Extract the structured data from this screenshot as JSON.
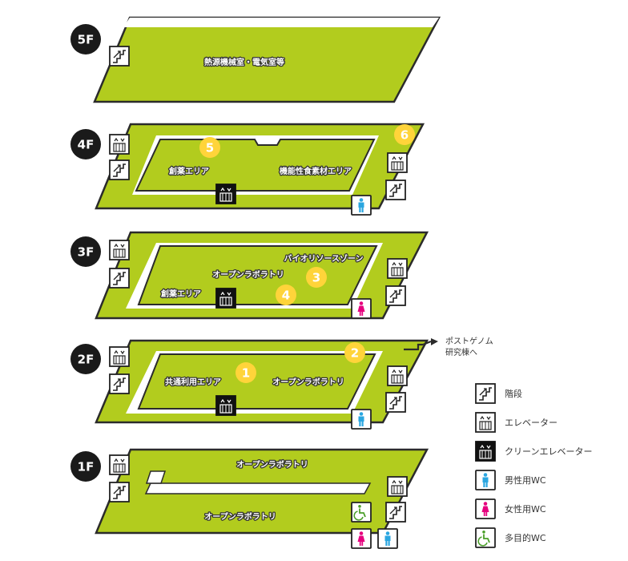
{
  "floors": [
    {
      "id": "5f",
      "label": "5F",
      "rooms": [
        "熱源機械室・電気室等"
      ]
    },
    {
      "id": "4f",
      "label": "4F",
      "rooms": [
        "創薬エリア",
        "機能性食素材エリア"
      ],
      "markers": [
        "5",
        "6"
      ]
    },
    {
      "id": "3f",
      "label": "3F",
      "rooms": [
        "バイオリソースゾーン",
        "オープンラボラトリ",
        "創薬エリア"
      ],
      "markers": [
        "3",
        "4"
      ]
    },
    {
      "id": "2f",
      "label": "2F",
      "rooms": [
        "共通利用エリア",
        "オープンラボラトリ"
      ],
      "markers": [
        "1",
        "2"
      ]
    },
    {
      "id": "1f",
      "label": "1F",
      "rooms": [
        "オープンラボラトリ",
        "オープンラボラトリ"
      ]
    }
  ],
  "exit_note": {
    "line1": "ポストゲノム",
    "line2": "研究棟へ"
  },
  "legend": [
    {
      "icon": "stairs-icon",
      "label": "階段"
    },
    {
      "icon": "elevator-icon",
      "label": "エレベーター"
    },
    {
      "icon": "clean-elevator-icon",
      "label": "クリーンエレベーター"
    },
    {
      "icon": "male-wc-icon",
      "label": "男性用WC"
    },
    {
      "icon": "female-wc-icon",
      "label": "女性用WC"
    },
    {
      "icon": "accessible-wc-icon",
      "label": "多目的WC"
    }
  ],
  "colors": {
    "floor_green": "#b2cc1e",
    "outline": "#2b2b2b",
    "marker_yellow": "#ffd43a",
    "male_blue": "#2aa6e0",
    "female_pink": "#e6007e",
    "accessible_green": "#4b9f2a"
  }
}
